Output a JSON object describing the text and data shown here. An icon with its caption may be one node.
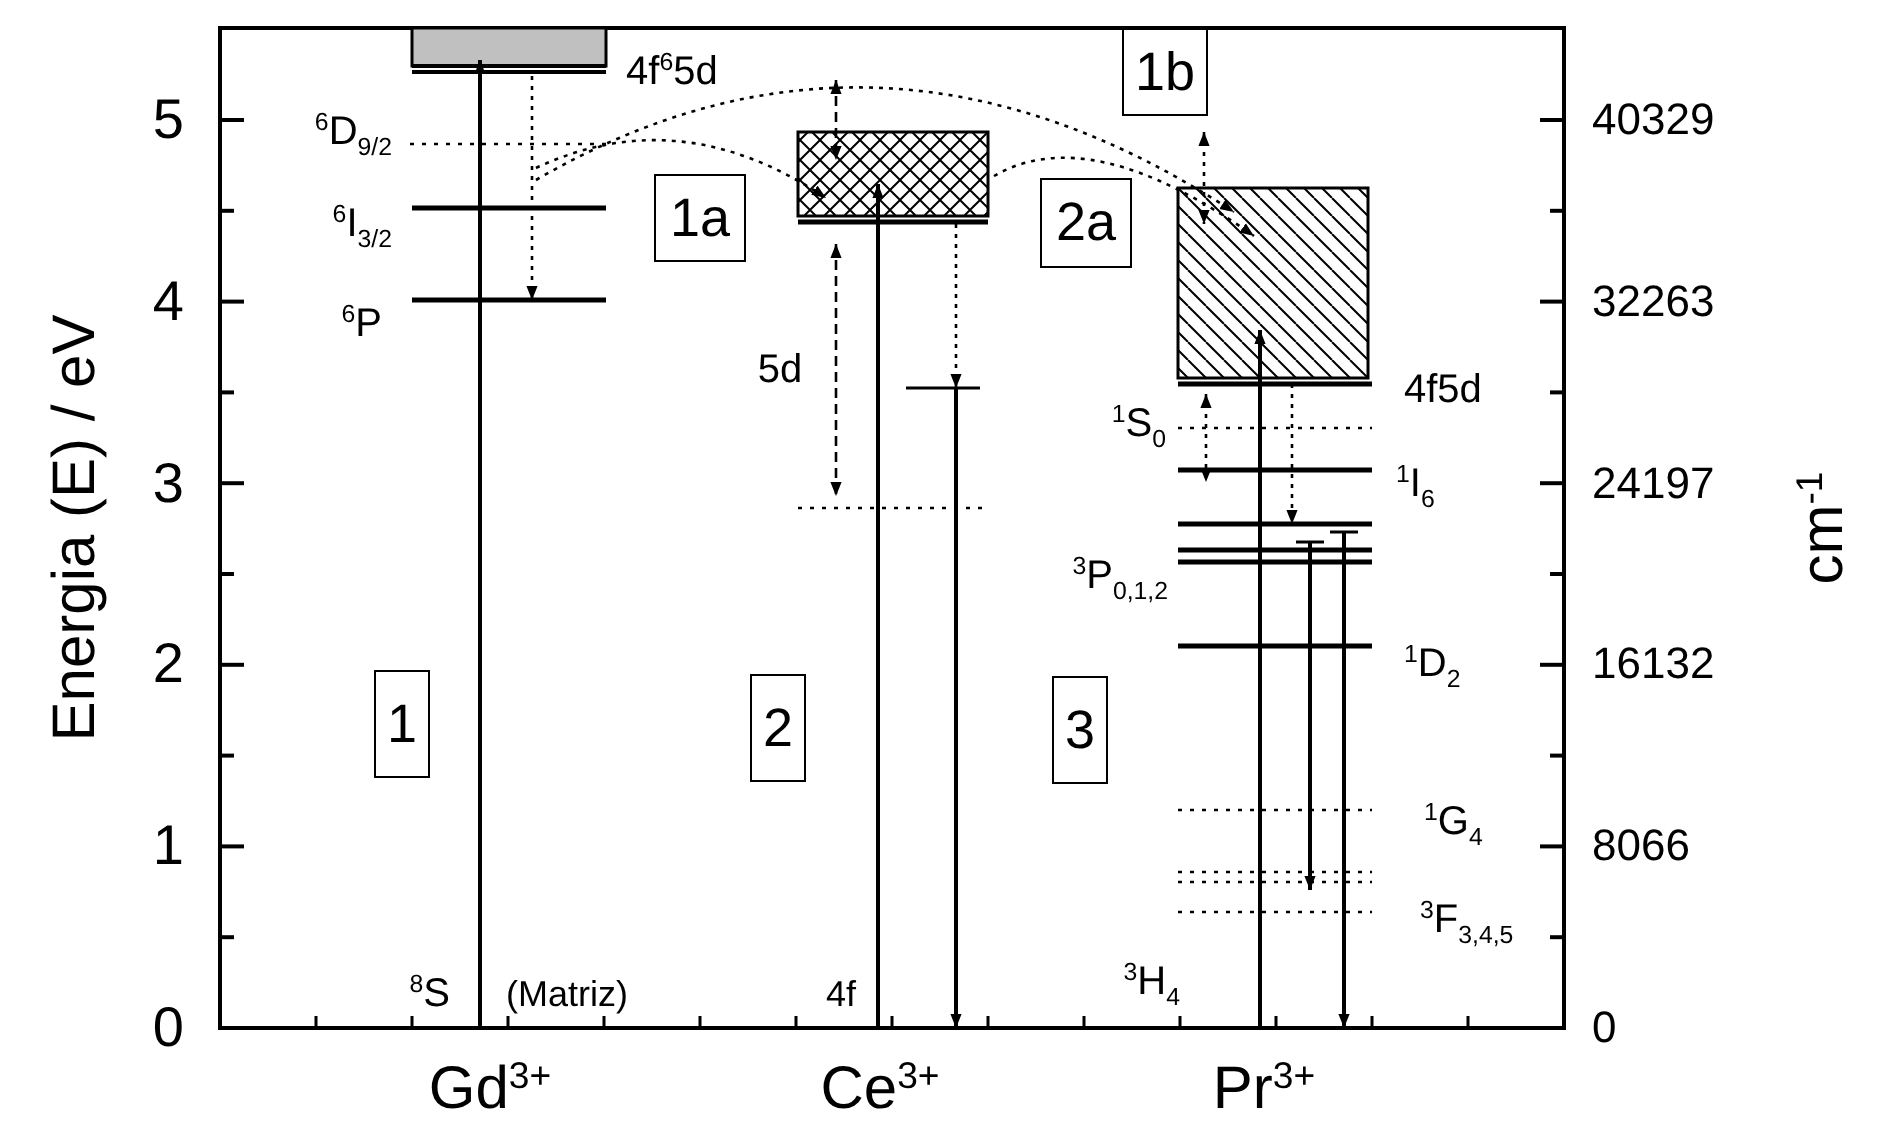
{
  "diagram": {
    "nodes": [
      {
        "text": [
          "1b"
        ]
      },
      {
        "text": [
          "1a"
        ]
      },
      {
        "text": [
          "2a"
        ]
      },
      {
        "text": [
          "1"
        ]
      },
      {
        "text": [
          "2"
        ]
      },
      {
        "text": [
          "3"
        ]
      }
    ],
    "labels": [
      "Energia (E) / eV",
      "5",
      "4",
      "3",
      "2",
      "1",
      "0",
      "$^{6}$D$_{9/2}$",
      "4f$^{6}$5d",
      "$^{6}$I$_{3/2}$",
      "$^{6}$P",
      "5d",
      "4f5d",
      "$^{1}$S$_{0}$",
      "$^{1}$I$_{6}$",
      "$^{3}$P$_{0,1,2}$",
      "$^{1}$D$_{2}$",
      "$^{1}$G$_{4}$",
      "$^{3}$F$_{3,4,5}$",
      "$^{8}$S",
      "(Matriz)",
      "4f",
      "$^{3}$H$_{4}$",
      "Gd$^{3+}$",
      "Ce$^{3+}$",
      "Pr$^{3+}$",
      "40329",
      "32263",
      "24197",
      "16132",
      "8066",
      "0",
      "cm$^{-1}$"
    ]
  }
}
